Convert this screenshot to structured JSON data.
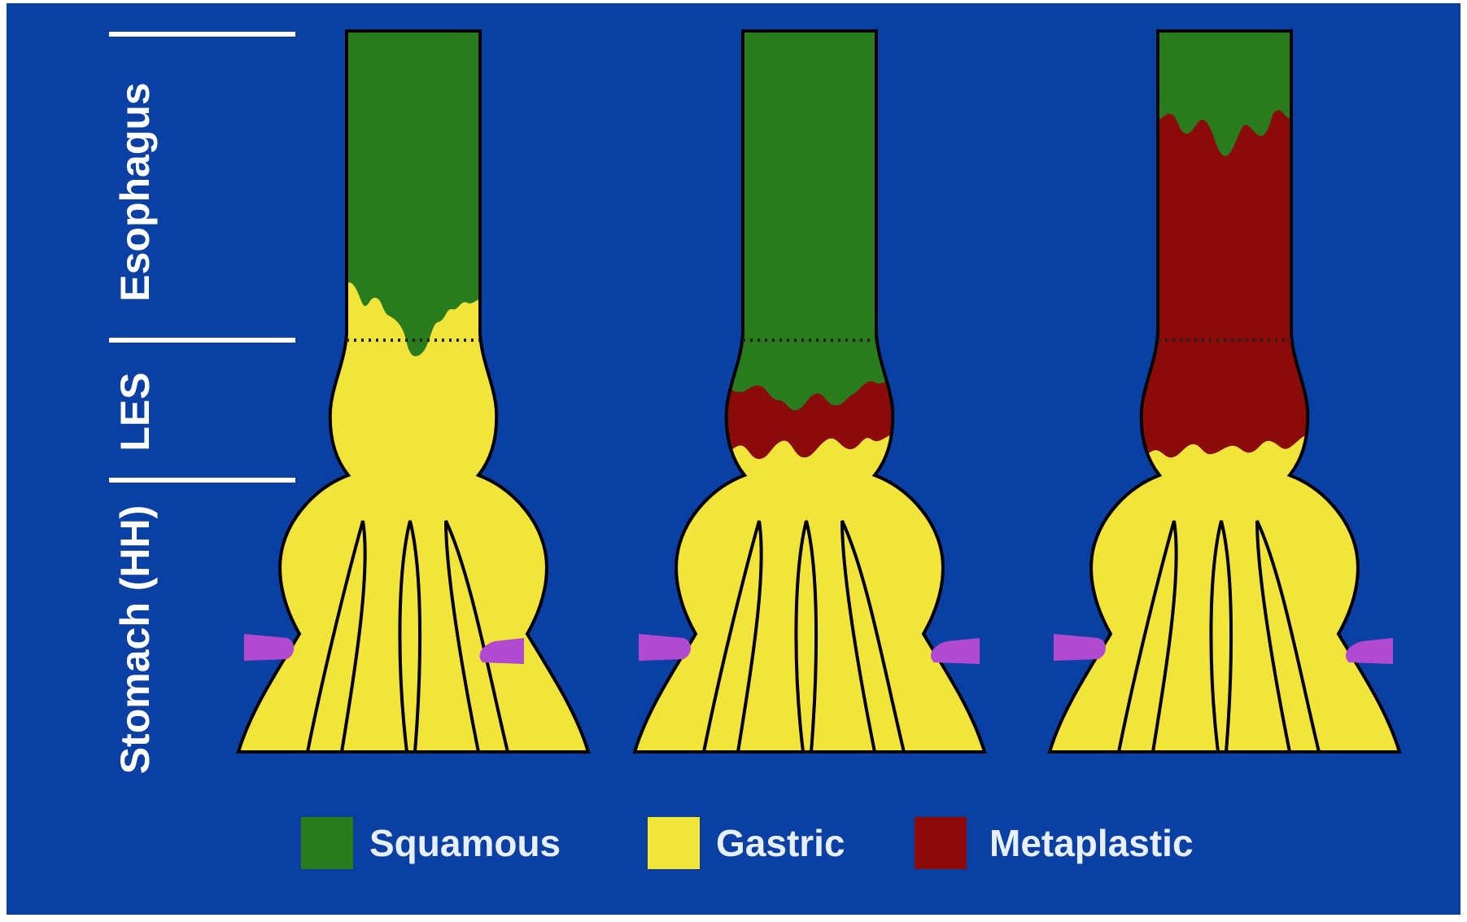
{
  "colors": {
    "background": "#0a3fa3",
    "squamous": "#2a7a1e",
    "gastric": "#f2e43a",
    "metaplastic": "#8b0a0a",
    "diaphragm": "#b04ad0",
    "outline": "#000000",
    "label_text": "#ffffff"
  },
  "regions": {
    "esophagus": "Esophagus",
    "les": "LES",
    "stomach": "Stomach (HH)"
  },
  "legend": [
    {
      "key": "squamous",
      "label": "Squamous",
      "color": "#2a7a1e"
    },
    {
      "key": "gastric",
      "label": "Gastric",
      "color": "#f2e43a"
    },
    {
      "key": "metaplastic",
      "label": "Metaplastic",
      "color": "#8b0a0a"
    }
  ]
}
